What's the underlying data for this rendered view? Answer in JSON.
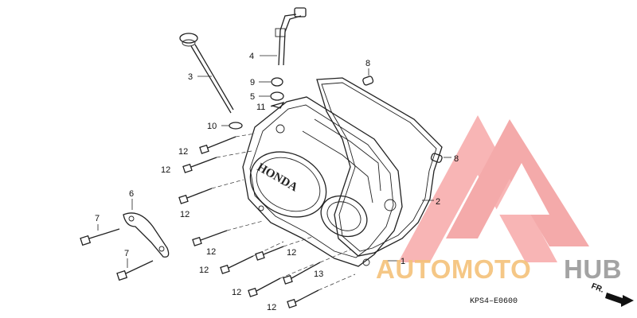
{
  "diagram": {
    "callouts": {
      "c1": "1",
      "c2": "2",
      "c3": "3",
      "c4": "4",
      "c5": "5",
      "c6": "6",
      "c7a": "7",
      "c7b": "7",
      "c8a": "8",
      "c8b": "8",
      "c9": "9",
      "c10": "10",
      "c11": "11",
      "c12a": "12",
      "c12b": "12",
      "c12c": "12",
      "c12d": "12",
      "c12e": "12",
      "c12f": "12",
      "c12g": "12",
      "c12h": "12",
      "c13": "13"
    },
    "cover_emboss": "HONDA",
    "diagram_code": "KPS4–E0600",
    "direction_label": "FR."
  },
  "watermark": {
    "word_part1": "AUTOMOTO",
    "word_part2": "HUB",
    "color_primary": "#f39c9c",
    "color_accent": "#f5c27a",
    "color_dark": "#9a9a9a"
  }
}
